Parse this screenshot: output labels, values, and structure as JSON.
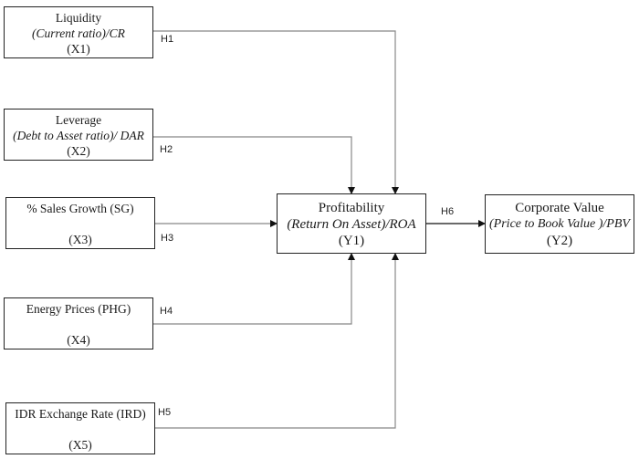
{
  "nodes": {
    "x1": {
      "title": "Liquidity",
      "subtitle": "(Current ratio)/CR",
      "code": "(X1)"
    },
    "x2": {
      "title": "Leverage",
      "subtitle": "(Debt to Asset ratio)/ DAR",
      "code": "(X2)"
    },
    "x3": {
      "title": "% Sales Growth (SG)",
      "code": "(X3)"
    },
    "x4": {
      "title": "Energy Prices (PHG)",
      "code": "(X4)"
    },
    "x5": {
      "title": "IDR Exchange Rate (IRD)",
      "code": "(X5)"
    },
    "y1": {
      "title": "Profitability",
      "subtitle": "(Return On Asset)/ROA",
      "code": "(Y1)"
    },
    "y2": {
      "title": "Corporate  Value",
      "subtitle": "(Price to Book Value )/PBV",
      "code": "(Y2)"
    }
  },
  "hypotheses": {
    "h1": "H1",
    "h2": "H2",
    "h3": "H3",
    "h4": "H4",
    "h5": "H5",
    "h6": "H6"
  },
  "edges": [
    {
      "from": "x1",
      "to": "y1",
      "label": "H1"
    },
    {
      "from": "x2",
      "to": "y1",
      "label": "H2"
    },
    {
      "from": "x3",
      "to": "y1",
      "label": "H3"
    },
    {
      "from": "x4",
      "to": "y1",
      "label": "H4"
    },
    {
      "from": "x5",
      "to": "y1",
      "label": "H5"
    },
    {
      "from": "y1",
      "to": "y2",
      "label": "H6"
    }
  ]
}
